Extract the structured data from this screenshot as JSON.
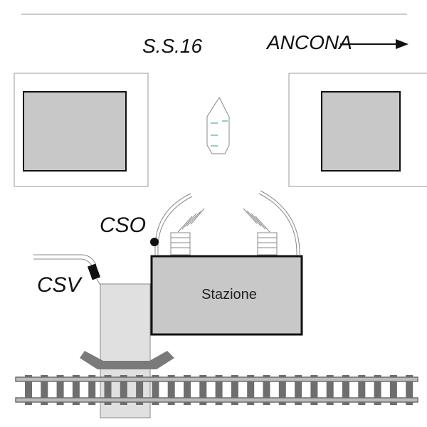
{
  "road": {
    "name": "S.S.16",
    "direction": "ANCONA"
  },
  "station": {
    "label": "Stazione"
  },
  "markers": {
    "cso": "CSO",
    "csv": "CSV"
  },
  "colors": {
    "block_fill": "#c8c8c8",
    "platform_fill": "#e0e0e0",
    "track": "#6e6e6e",
    "crossbar": "#7a7a7a"
  }
}
